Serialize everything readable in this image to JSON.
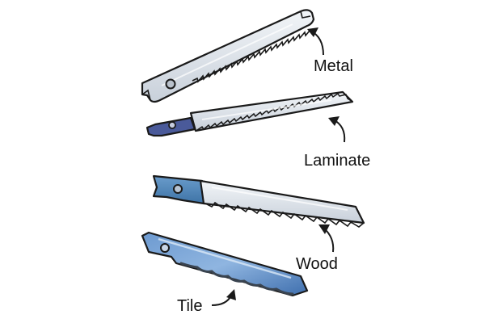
{
  "labels": {
    "metal": "Metal",
    "laminate": "Laminate",
    "wood": "Wood",
    "tile": "Tile"
  },
  "colors": {
    "outline": "#1a1a1a",
    "metal_blade": "#dde3ea",
    "laminate_shank": "#4a5a9a",
    "laminate_blade": "#d9dfe7",
    "wood_shank": "#4f86b6",
    "wood_blade": "#dbe2ea",
    "tile_blade": "#5a88c2",
    "tile_grit": "#3a4450",
    "label_text": "#111111"
  }
}
